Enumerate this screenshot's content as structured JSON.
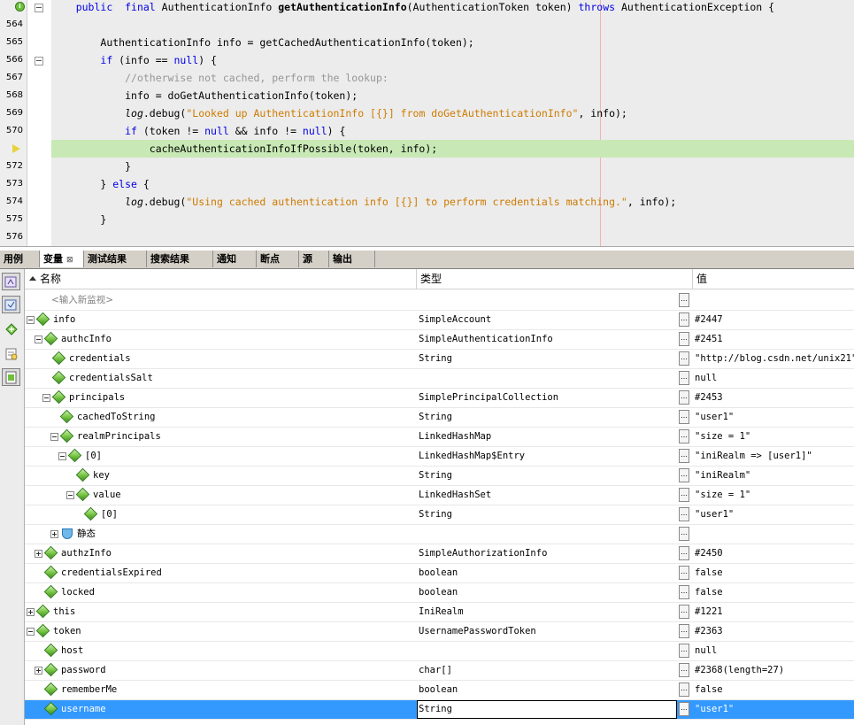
{
  "editor": {
    "gutter_lines": [
      "",
      "564",
      "565",
      "566",
      "567",
      "568",
      "569",
      "570",
      "",
      "572",
      "573",
      "574",
      "575",
      "576"
    ],
    "code": [
      {
        "indent": "    ",
        "parts": [
          [
            "kw",
            "public"
          ],
          [
            "",
            "  "
          ],
          [
            "kw",
            "final"
          ],
          [
            "",
            " AuthenticationInfo "
          ],
          [
            "bd",
            "getAuthenticationInfo"
          ],
          [
            "",
            "(AuthenticationToken token) "
          ],
          [
            "kw",
            "throws"
          ],
          [
            "",
            " AuthenticationException {"
          ]
        ]
      },
      {
        "indent": "",
        "parts": []
      },
      {
        "indent": "        ",
        "parts": [
          [
            "",
            "AuthenticationInfo info = getCachedAuthenticationInfo(token);"
          ]
        ]
      },
      {
        "indent": "        ",
        "parts": [
          [
            "kw",
            "if"
          ],
          [
            "",
            " (info == "
          ],
          [
            "kw",
            "null"
          ],
          [
            "",
            ") {"
          ]
        ]
      },
      {
        "indent": "            ",
        "parts": [
          [
            "cm",
            "//otherwise not cached, perform the lookup:"
          ]
        ]
      },
      {
        "indent": "            ",
        "parts": [
          [
            "",
            "info = doGetAuthenticationInfo(token);"
          ]
        ]
      },
      {
        "indent": "            ",
        "parts": [
          [
            "it",
            "log"
          ],
          [
            "",
            ".debug("
          ],
          [
            "st",
            "\"Looked up AuthenticationInfo [{}] from doGetAuthenticationInfo\""
          ],
          [
            "",
            ", info);"
          ]
        ]
      },
      {
        "indent": "            ",
        "parts": [
          [
            "kw",
            "if"
          ],
          [
            "",
            " (token != "
          ],
          [
            "kw",
            "null"
          ],
          [
            "",
            " && info != "
          ],
          [
            "kw",
            "null"
          ],
          [
            "",
            ") {"
          ]
        ]
      },
      {
        "indent": "                ",
        "parts": [
          [
            "",
            "cacheAuthenticationInfoIfPossible(token, info);"
          ]
        ]
      },
      {
        "indent": "            ",
        "parts": [
          [
            "",
            "}"
          ]
        ]
      },
      {
        "indent": "        ",
        "parts": [
          [
            "",
            "} "
          ],
          [
            "kw",
            "else"
          ],
          [
            "",
            " {"
          ]
        ]
      },
      {
        "indent": "            ",
        "parts": [
          [
            "it",
            "log"
          ],
          [
            "",
            ".debug("
          ],
          [
            "st",
            "\"Using cached authentication info [{}] to perform credentials matching.\""
          ],
          [
            "",
            ", info);"
          ]
        ]
      },
      {
        "indent": "        ",
        "parts": [
          [
            "",
            "}"
          ]
        ]
      },
      {
        "indent": "",
        "parts": []
      }
    ],
    "highlight_line": 8,
    "colors": {
      "keyword": "#0000e6",
      "comment": "#969696",
      "string": "#ce7b00",
      "current_line": "#c8e9b5"
    }
  },
  "tabs": [
    {
      "label": "用例",
      "active": false
    },
    {
      "label": "变量",
      "active": true,
      "close": "⊠"
    },
    {
      "label": "测试结果",
      "active": false
    },
    {
      "label": "搜索结果",
      "active": false
    },
    {
      "label": "通知",
      "active": false
    },
    {
      "label": "断点",
      "active": false
    },
    {
      "label": "源",
      "active": false
    },
    {
      "label": "输出",
      "active": false
    }
  ],
  "sidebar_icons": [
    "watch-icon",
    "watch-alt-icon",
    "add-watch-icon",
    "evaluate-icon",
    "layout-icon"
  ],
  "table": {
    "headers": {
      "name": "名称",
      "type": "类型",
      "value": "值"
    },
    "watch_placeholder": "<输入新监视>",
    "rows": [
      {
        "name": "info",
        "type": "SimpleAccount",
        "value": "#2447",
        "exp": "minus",
        "icon": "gem"
      },
      {
        "name": "authcInfo",
        "type": "SimpleAuthenticationInfo",
        "value": "#2451",
        "exp": "minus",
        "icon": "gem"
      },
      {
        "name": "credentials",
        "type": "String",
        "value": "\"http://blog.csdn.net/unix21\"",
        "exp": "",
        "icon": "gem"
      },
      {
        "name": "credentialsSalt",
        "type": "",
        "value": "null",
        "exp": "",
        "icon": "gem"
      },
      {
        "name": "principals",
        "type": "SimplePrincipalCollection",
        "value": "#2453",
        "exp": "minus",
        "icon": "gem"
      },
      {
        "name": "cachedToString",
        "type": "String",
        "value": "\"user1\"",
        "exp": "",
        "icon": "gem"
      },
      {
        "name": "realmPrincipals",
        "type": "LinkedHashMap",
        "value": "\"size = 1\"",
        "exp": "minus",
        "icon": "gem"
      },
      {
        "name": "[0]",
        "type": "LinkedHashMap$Entry",
        "value": "\"iniRealm => [user1]\"",
        "exp": "minus",
        "icon": "gem"
      },
      {
        "name": "key",
        "type": "String",
        "value": "\"iniRealm\"",
        "exp": "",
        "icon": "gem"
      },
      {
        "name": "value",
        "type": "LinkedHashSet",
        "value": "\"size = 1\"",
        "exp": "minus",
        "icon": "gem"
      },
      {
        "name": "[0]",
        "type": "String",
        "value": "\"user1\"",
        "exp": "",
        "icon": "gem"
      },
      {
        "name": "静态",
        "type": "",
        "value": "",
        "exp": "plus",
        "icon": "shield"
      },
      {
        "name": "authzInfo",
        "type": "SimpleAuthorizationInfo",
        "value": "#2450",
        "exp": "plus",
        "icon": "gem"
      },
      {
        "name": "credentialsExpired",
        "type": "boolean",
        "value": "false",
        "exp": "",
        "icon": "gem"
      },
      {
        "name": "locked",
        "type": "boolean",
        "value": "false",
        "exp": "",
        "icon": "gem"
      },
      {
        "name": "this",
        "type": "IniRealm",
        "value": "#1221",
        "exp": "plus",
        "icon": "gem"
      },
      {
        "name": "token",
        "type": "UsernamePasswordToken",
        "value": "#2363",
        "exp": "minus",
        "icon": "gem"
      },
      {
        "name": "host",
        "type": "",
        "value": "null",
        "exp": "",
        "icon": "gem"
      },
      {
        "name": "password",
        "type": "char[]",
        "value": "#2368(length=27)",
        "exp": "plus",
        "icon": "gem"
      },
      {
        "name": "rememberMe",
        "type": "boolean",
        "value": "false",
        "exp": "",
        "icon": "gem"
      },
      {
        "name": "username",
        "type": "String",
        "value": "\"user1\"",
        "exp": "",
        "icon": "gem",
        "selected": true
      }
    ],
    "selection_color": "#3399ff"
  }
}
